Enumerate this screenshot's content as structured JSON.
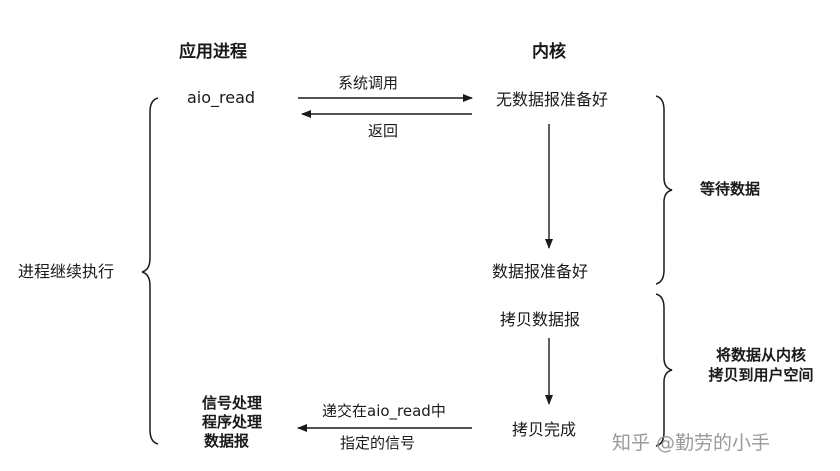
{
  "headers": {
    "app_process": "应用进程",
    "kernel": "内核"
  },
  "app": {
    "call": "aio_read",
    "handler_line1": "信号处理",
    "handler_line2": "程序处理",
    "handler_line3": "数据报"
  },
  "arrows": {
    "syscall": "系统调用",
    "return": "返回",
    "deliver_line1": "递交在aio_read中",
    "deliver_line2": "指定的信号"
  },
  "kernel": {
    "no_data": "无数据报准备好",
    "data_ready": "数据报准备好",
    "copy_dgram": "拷贝数据报",
    "copy_done": "拷贝完成"
  },
  "phases": {
    "wait": "等待数据",
    "copy_line1": "将数据从内核",
    "copy_line2": "拷贝到用户空间"
  },
  "left_label": "进程继续执行",
  "watermark": "知乎 @勤劳的小手"
}
